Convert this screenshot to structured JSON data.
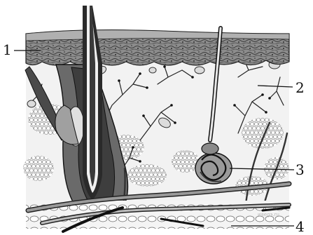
{
  "labels": {
    "one": "1",
    "two": "2",
    "three": "3",
    "four": "4"
  },
  "watermark": "ияegэ.ru",
  "colors": {
    "ink": "#1a1a1a",
    "epidermis": "#6f6f6f",
    "dermis": "#f2f2f2",
    "vessel": "#8a8a8a",
    "follicle": "#5a5a5a"
  }
}
